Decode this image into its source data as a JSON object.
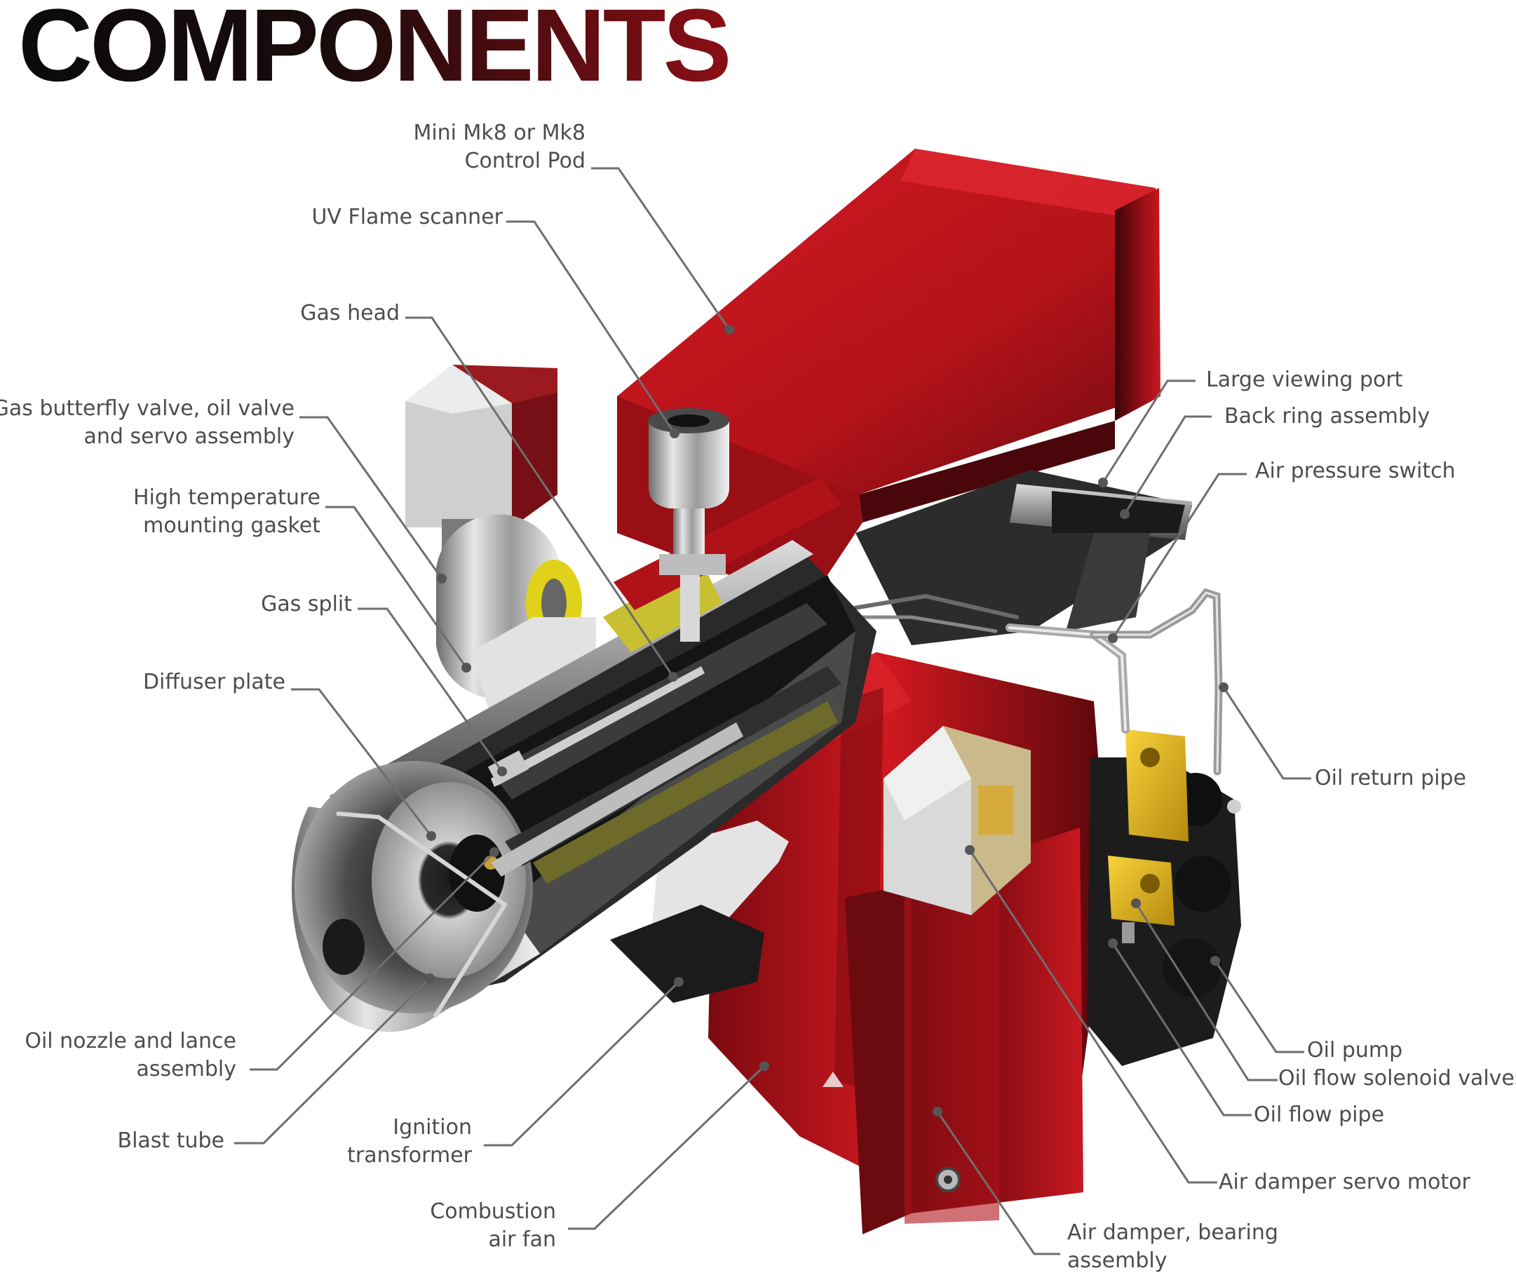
{
  "page_title": "COMPONENTS",
  "labels": {
    "control_pod": [
      "Mini Mk8 or Mk8",
      "Control Pod"
    ],
    "uv_scanner": [
      "UV Flame scanner"
    ],
    "gas_head": [
      "Gas head"
    ],
    "gas_butterfly": [
      "Gas butterfly valve, oil valve",
      "and servo assembly"
    ],
    "gasket": [
      "High temperature",
      "mounting gasket"
    ],
    "gas_split": [
      "Gas split"
    ],
    "diffuser": [
      "Diffuser plate"
    ],
    "oil_nozzle": [
      "Oil nozzle and lance",
      "assembly"
    ],
    "blast_tube": [
      "Blast tube"
    ],
    "ignition": [
      "Ignition",
      "transformer"
    ],
    "combustion_fan": [
      "Combustion",
      "air fan"
    ],
    "viewing_port": [
      "Large viewing port"
    ],
    "back_ring": [
      "Back ring assembly"
    ],
    "air_switch": [
      "Air pressure switch"
    ],
    "oil_return": [
      "Oil return pipe"
    ],
    "oil_pump": [
      "Oil pump"
    ],
    "solenoid": [
      "Oil flow solenoid valves"
    ],
    "oil_flow_pipe": [
      "Oil flow pipe"
    ],
    "servo_motor": [
      "Air damper servo motor"
    ],
    "damper_bearing": [
      "Air damper, bearing",
      "assembly"
    ]
  },
  "colors": {
    "burner_red": "#c4121c",
    "dark_red": "#5a0a0e",
    "leader_line": "#6e6e6e",
    "label_text": "#4d4d4d",
    "title_dark": "#0b0b0b",
    "title_red": "#8a0f15"
  }
}
